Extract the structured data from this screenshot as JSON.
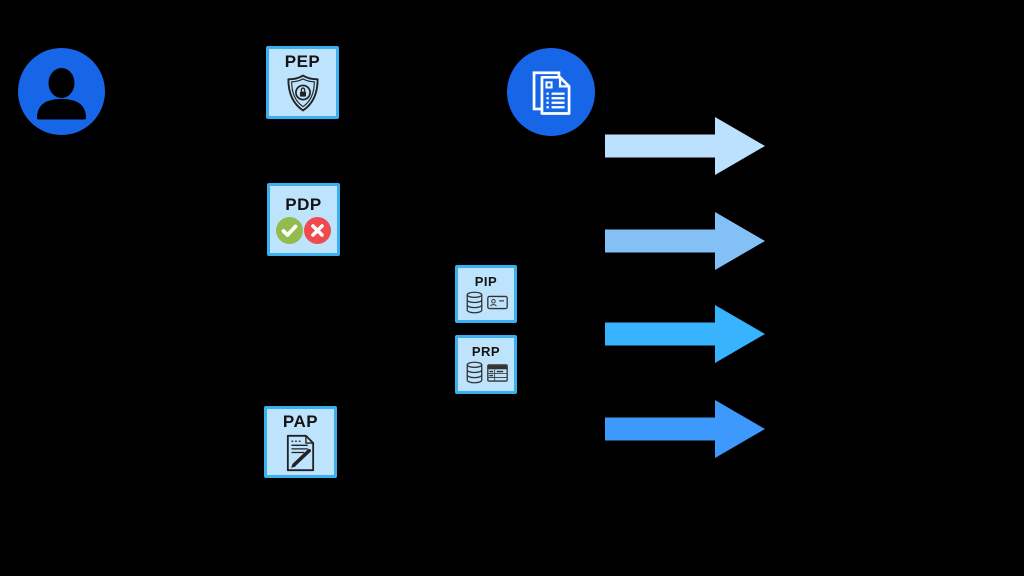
{
  "canvas": {
    "background": "#000000"
  },
  "colors": {
    "primary_blue": "#1766E8",
    "node_fill": "#BDE3FD",
    "node_border": "#3CAFEF",
    "approve_green": "#93BB4D",
    "deny_red": "#EF4B4E",
    "icon_dark": "#222222",
    "icon_white": "#FFFFFF",
    "arrow_1": "#BBE1FE",
    "arrow_2": "#82C0F6",
    "arrow_3": "#38B4FF",
    "arrow_4": "#3D99FC"
  },
  "nodes": {
    "user": {
      "icon": "user-icon"
    },
    "pep": {
      "label": "PEP",
      "icon": "shield-lock-icon"
    },
    "pdp": {
      "label": "PDP",
      "icons": [
        "approve-check-icon",
        "deny-cross-icon"
      ]
    },
    "pip": {
      "label": "PIP",
      "icons": [
        "database-icon",
        "id-card-icon"
      ]
    },
    "prp": {
      "label": "PRP",
      "icons": [
        "database-icon",
        "policy-table-icon"
      ]
    },
    "pap": {
      "label": "PAP",
      "icon": "document-pen-icon"
    },
    "policy_documents": {
      "icon": "documents-icon"
    }
  },
  "arrows": {
    "count": 4,
    "direction": "right"
  }
}
